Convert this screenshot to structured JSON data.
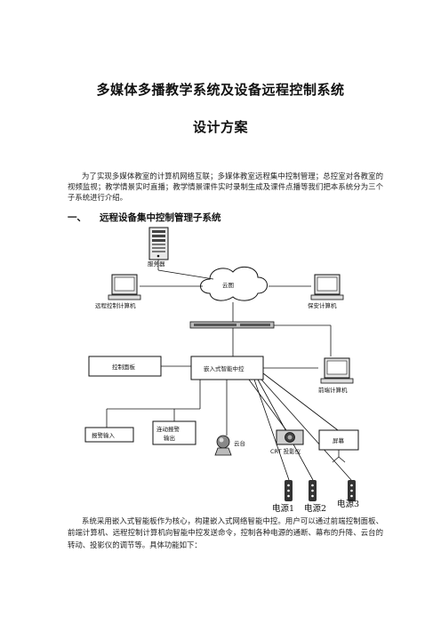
{
  "document": {
    "title_line1": "多媒体多播教学系统及设备远程控制系统",
    "title_line2": "设计方案",
    "intro": "为了实现多媒体教室的计算机网络互联；多媒体教室远程集中控制管理；总控室对各教室的视频监视；教学情景实时直播；教学情景课件实时录制生成及课件点播等我们把本系统分为三个子系统进行介绍。",
    "section1": {
      "number": "一、",
      "title": "远程设备集中控制管理子系统"
    },
    "body": "系统采用嵌入式智能板作为核心，构建嵌入式网络智能中控。用户可以通过前端控制面板、前端计算机、远程控制计算机向智能中控发送命令，控制各种电源的通断、幕布的升降、云台的转动、投影仪的调节等。具体功能如下："
  },
  "diagram": {
    "server": "服务器",
    "cloud": "云图",
    "remote_pc": "远程控制计算机",
    "security_pc": "保安计算机",
    "control_panel": "控制面板",
    "controller": "嵌入式智能中控",
    "front_pc": "前端计算机",
    "alarm_input": "报警输入",
    "alarm_output": "连动报警\n输出",
    "ptz": "云台",
    "projector": "CRT 投影仪",
    "screen": "屏幕",
    "power1": "电源1",
    "power2": "电源2",
    "power3": "电源3"
  }
}
